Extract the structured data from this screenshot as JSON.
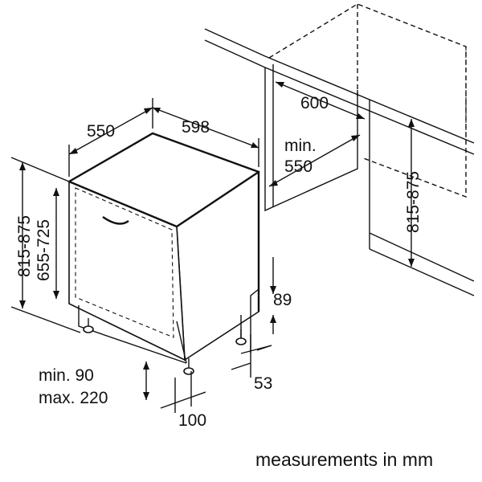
{
  "labels": {
    "width_598": "598",
    "depth_550": "550",
    "niche_width_600": "600",
    "niche_depth_min_line1": "min.",
    "niche_depth_min_line2": "550",
    "niche_height": "815-875",
    "appliance_height": "815-875",
    "door_height": "655-725",
    "kick_height": "89",
    "kick_inset": "53",
    "plinth_line1": "min. 90",
    "plinth_line2": "max. 220",
    "plinth_depth": "100"
  },
  "footer": {
    "units_note": "measurements in mm"
  },
  "colors": {
    "ink": "#111111",
    "background": "#ffffff"
  }
}
